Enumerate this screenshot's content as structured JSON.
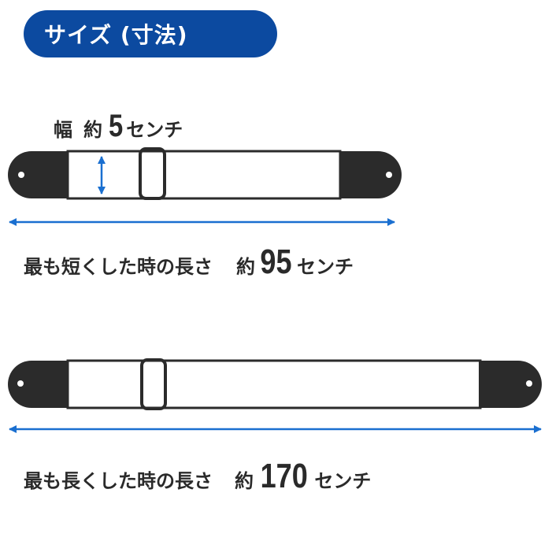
{
  "title": "サイズ (寸法)",
  "width_label": {
    "prefix": "幅",
    "approx": "約",
    "value": "5",
    "unit": "センチ"
  },
  "short_label": {
    "text": "最も短くした時の長さ",
    "approx": "約",
    "value": "95",
    "unit": "センチ"
  },
  "long_label": {
    "text": "最も長くした時の長さ",
    "approx": "約",
    "value": "170",
    "unit": "センチ"
  },
  "colors": {
    "accent": "#0c4aa0",
    "arrow": "#1a6fd0",
    "strap_end": "#2b2b2b"
  }
}
